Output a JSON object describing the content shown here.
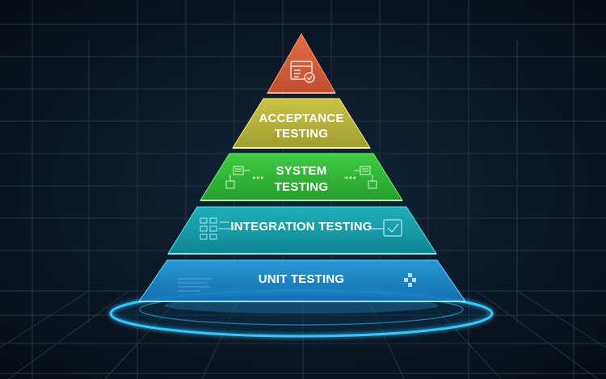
{
  "pyramid": {
    "levels": [
      {
        "id": "top",
        "lines": [],
        "icon": "checklist-window-icon",
        "color": "#e0663f"
      },
      {
        "id": "acceptance",
        "lines": [
          "ACCEPTANCE",
          "TESTING"
        ],
        "color": "#c2bb3d"
      },
      {
        "id": "system",
        "lines": [
          "SYSTEM",
          "TESTING"
        ],
        "color": "#35c23a"
      },
      {
        "id": "integration",
        "lines": [
          "INTEGRATION TESTING"
        ],
        "color": "#18a8b2"
      },
      {
        "id": "unit",
        "lines": [
          "UNIT TESTING"
        ],
        "color": "#1a8fd0"
      }
    ]
  },
  "colors": {
    "background": "#0a1520",
    "grid": "#1f3644",
    "ring_glow": "#38c6ff"
  }
}
